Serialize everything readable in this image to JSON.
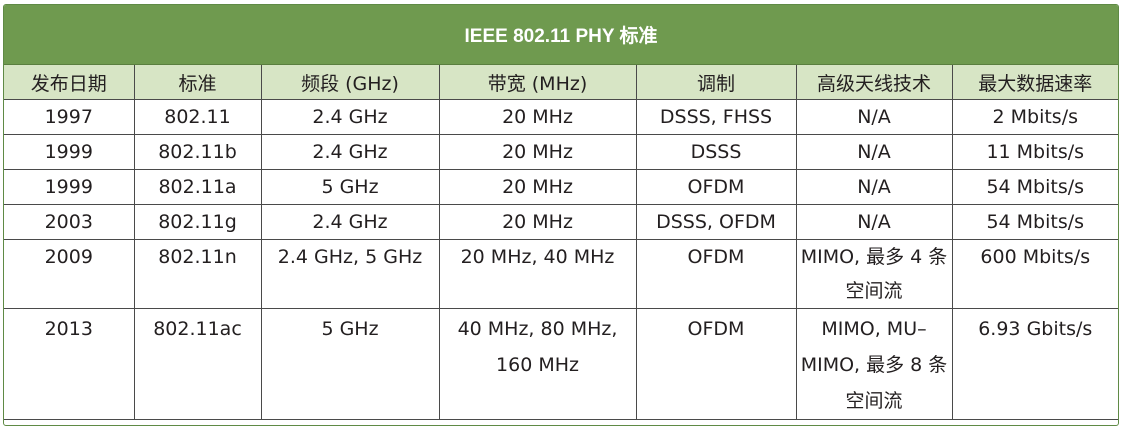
{
  "title": "IEEE 802.11 PHY 标准",
  "headers": [
    "发布日期",
    "标准",
    "频段 (GHz)",
    "带宽 (MHz)",
    "调制",
    "高级天线技术",
    "最大数据速率"
  ],
  "rows": [
    [
      "1997",
      "802.11",
      "2.4 GHz",
      "20 MHz",
      "DSSS, FHSS",
      "N/A",
      "2 Mbits/s"
    ],
    [
      "1999",
      "802.11b",
      "2.4 GHz",
      "20 MHz",
      "DSSS",
      "N/A",
      "11 Mbits/s"
    ],
    [
      "1999",
      "802.11a",
      "5 GHz",
      "20 MHz",
      "OFDM",
      "N/A",
      "54 Mbits/s"
    ],
    [
      "2003",
      "802.11g",
      "2.4 GHz",
      "20 MHz",
      "DSSS, OFDM",
      "N/A",
      "54 Mbits/s"
    ],
    [
      "2009",
      "802.11n",
      "2.4 GHz, 5 GHz",
      "20 MHz, 40 MHz",
      "OFDM",
      "MIMO, 最多 4 条空间流",
      "600 Mbits/s"
    ],
    [
      "2013",
      "802.11ac",
      "5 GHz",
      "40 MHz, 80 MHz, 160 MHz",
      "OFDM",
      "MIMO, MU–MIMO, 最多 8 条空间流",
      "6.93 Gbits/s"
    ]
  ]
}
